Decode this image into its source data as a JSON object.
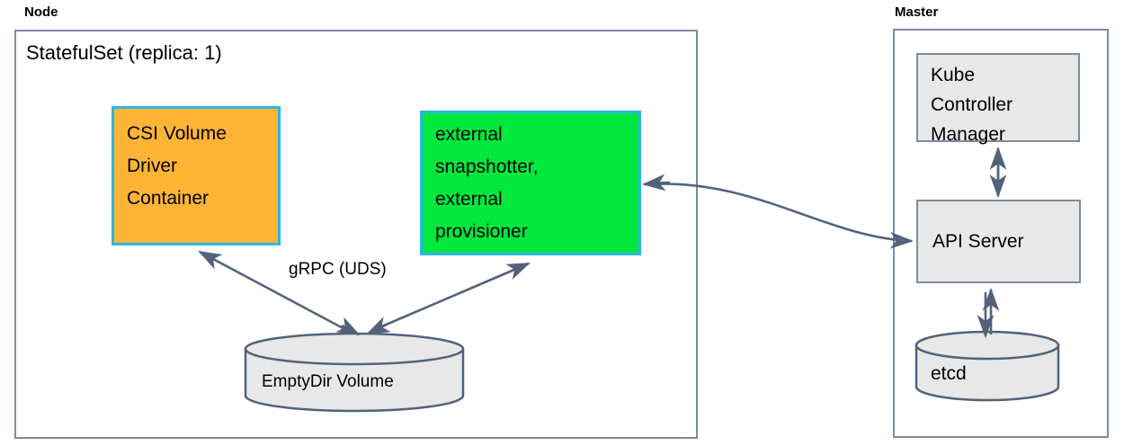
{
  "diagram": {
    "groups": [
      {
        "id": "node",
        "title": "Node"
      },
      {
        "id": "master",
        "title": "Master"
      }
    ],
    "node": {
      "caption": "StatefulSet (replica: 1)",
      "csi_driver": {
        "lines": [
          "CSI Volume",
          "Driver",
          "Container"
        ],
        "fill": "#FFB436",
        "stroke": "#29B6E8"
      },
      "external_sidecars": {
        "lines": [
          "external",
          "snapshotter,",
          "external",
          "provisioner"
        ],
        "fill": "#00E83C",
        "stroke": "#29B6E8"
      },
      "emptydir_volume": {
        "label": "EmptyDir Volume",
        "fill": "#E8E8E8",
        "stroke": "#52627A"
      },
      "grpc_edge_label": "gRPC (UDS)"
    },
    "master": {
      "kube_controller_manager": {
        "lines": [
          "Kube",
          "Controller",
          "Manager"
        ],
        "fill": "#E8E8E8",
        "stroke": "#7D8CA0"
      },
      "api_server": {
        "label": "API Server",
        "fill": "#E8E8E8",
        "stroke": "#7D8CA0"
      },
      "etcd": {
        "label": "etcd",
        "fill": "#E8E8E8",
        "stroke": "#52627A"
      }
    },
    "colors": {
      "connector": "#52627A",
      "container_border": "#7D8CA0",
      "canvas": "#ffffff"
    }
  }
}
